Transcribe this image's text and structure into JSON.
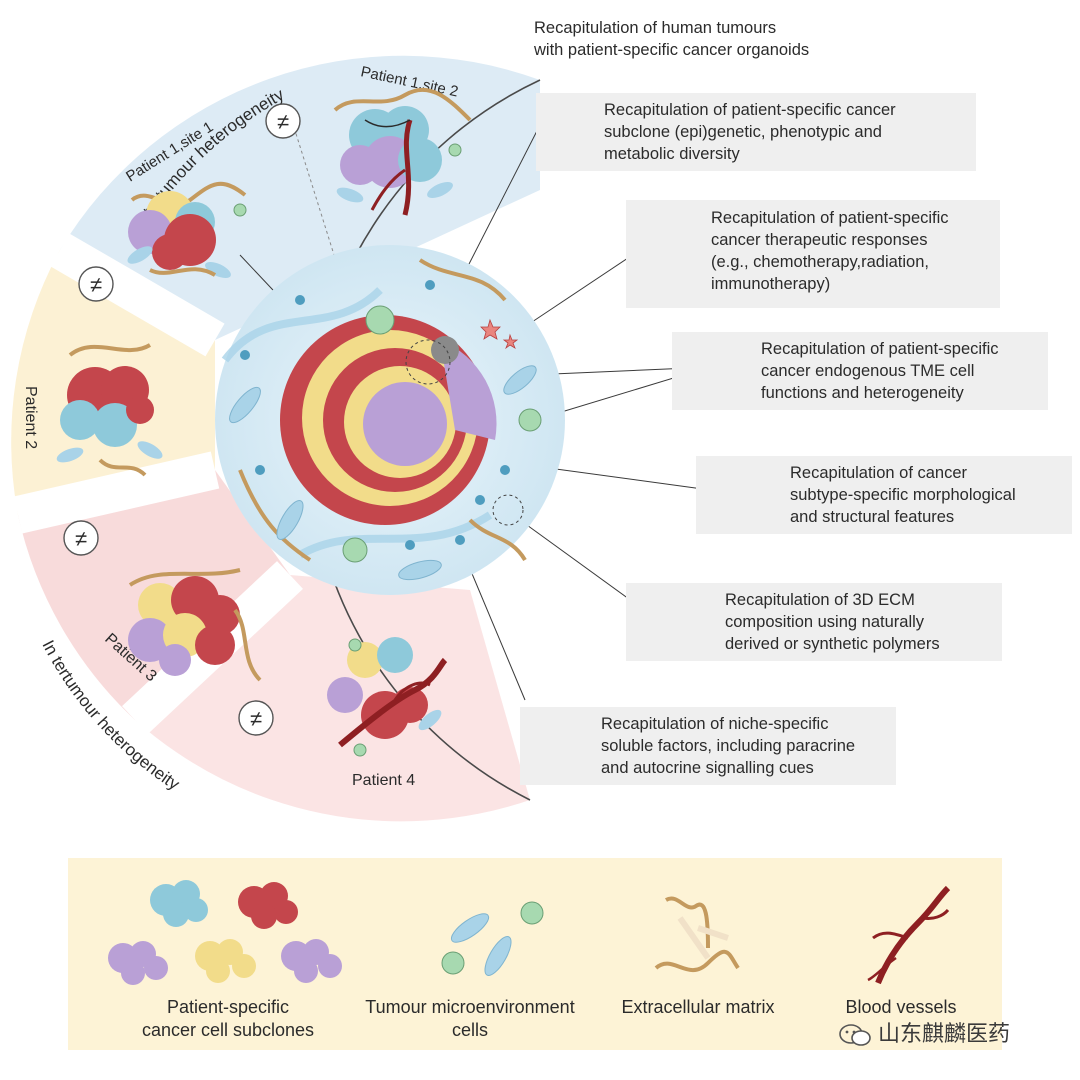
{
  "header": {
    "title": "Recapitulation of human tumours\nwith patient-specific cancer organoids"
  },
  "ring": {
    "top_label": "Intratumour heterogeneity",
    "bottom_label": "In tertumour heterogeneity",
    "not_equal_symbol": "≠",
    "patients": [
      {
        "label": "Patient 1,site 1"
      },
      {
        "label": "Patient 1,site 2"
      },
      {
        "label": "Patient 2"
      },
      {
        "label": "Patient 3"
      },
      {
        "label": "Patient 4"
      }
    ]
  },
  "features": [
    {
      "text": "Recapitulation of patient-specific cancer\nsubclone (epi)genetic, phenotypic and\nmetabolic diversity",
      "icon": "subclone-cluster-icon"
    },
    {
      "text": "Recapitulation of patient-specific\ncancer therapeutic responses\n(e.g., chemotherapy,radiation,\nimmunotherapy)",
      "icon": "capsule-icon"
    },
    {
      "text": "Recapitulation of patient-specific\ncancer endogenous TME cell\nfunctions and heterogeneity",
      "icon": "tme-cells-icon"
    },
    {
      "text": "Recapitulation of cancer\nsubtype-specific morphological\nand structural features",
      "icon": "organoid-morphology-icon"
    },
    {
      "text": "Recapitulation of 3D ECM\ncomposition using naturally\nderived or  synthetic polymers",
      "icon": "ecm-fibers-icon"
    },
    {
      "text": "Recapitulation of niche-specific\nsoluble factors, including paracrine\nand autocrine signalling cues",
      "icon": "soluble-factors-icon"
    }
  ],
  "legend": {
    "items": [
      {
        "label": "Patient-specific\ncancer cell subclones"
      },
      {
        "label": "Tumour microenvironment\ncells"
      },
      {
        "label": "Extracellular matrix"
      },
      {
        "label": "Blood vessels"
      }
    ]
  },
  "watermark": {
    "text": "山东麒麟医药",
    "icon": "wechat-icon"
  },
  "colors": {
    "subclone_red": "#c4464c",
    "subclone_yellow": "#f2dc8a",
    "subclone_purple": "#b9a0d6",
    "subclone_blue": "#8ec9da",
    "stroma_blue": "#a9d3e8",
    "ecm_brown": "#c49a5e",
    "vessel_red": "#8e1f22",
    "tme_green": "#a7d9b0",
    "legend_bg": "#fdf3d6",
    "box_bg": "#efefef"
  }
}
